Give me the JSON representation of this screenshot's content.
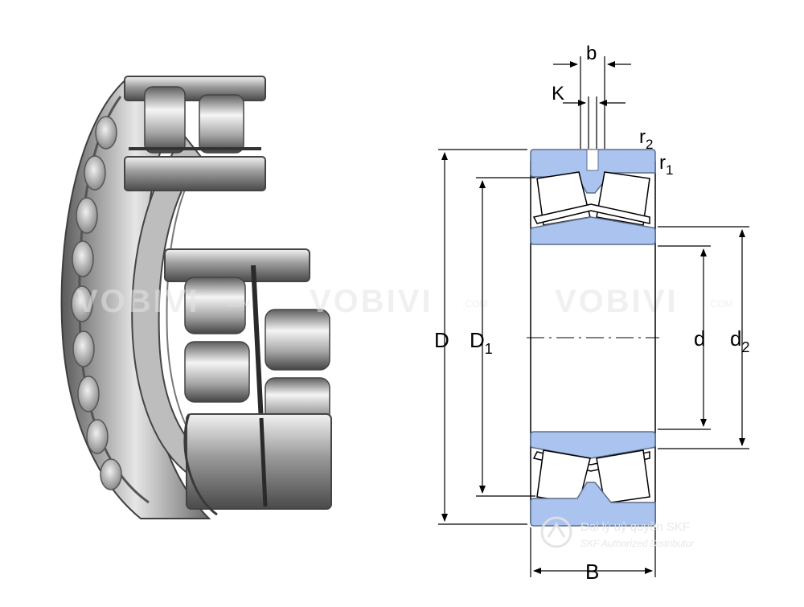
{
  "diagram": {
    "labels": {
      "b": "b",
      "K": "K",
      "r2_base": "r",
      "r2_sub": "2",
      "r1_base": "r",
      "r1_sub": "1",
      "D": "D",
      "D1_base": "D",
      "D1_sub": "1",
      "d": "d",
      "d2_base": "d",
      "d2_sub": "2",
      "B": "B"
    }
  },
  "watermark": {
    "brand": "VOBIVI",
    "suffix": ".COM",
    "distributor_line_1": "Đại lý uỷ quyền SKF",
    "distributor_line_2": "SKF Authorized Distributor"
  },
  "colors": {
    "ring_fill": "#aac3ef",
    "ring_stroke": "#5d6e8c",
    "dimension_line": "#000000",
    "steel_dark": "#6b6b6b",
    "steel_light": "#d9d9d9",
    "watermark": "#e8e8e8"
  }
}
